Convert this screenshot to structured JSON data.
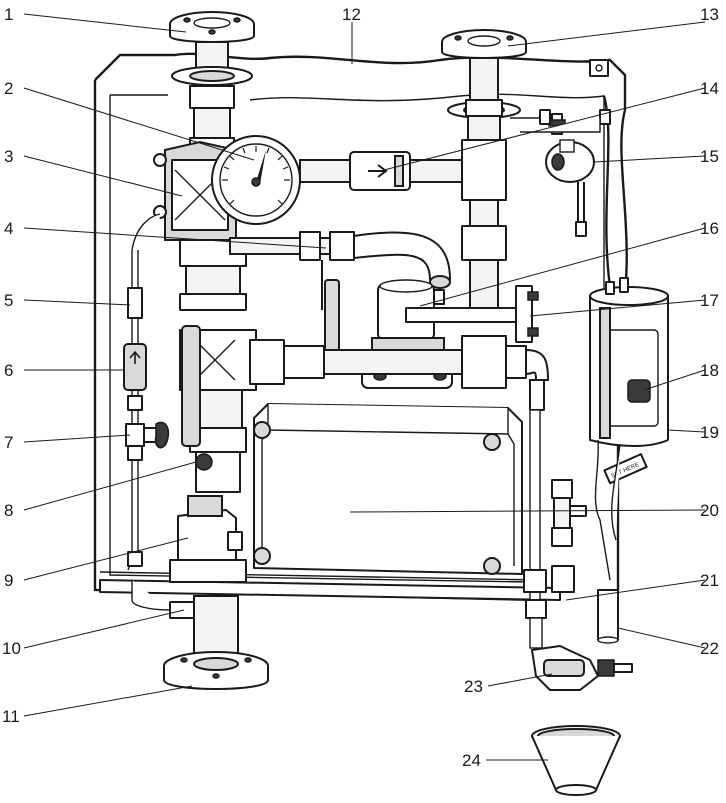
{
  "diagram": {
    "callouts": [
      {
        "id": "1",
        "label": "1"
      },
      {
        "id": "2",
        "label": "2"
      },
      {
        "id": "3",
        "label": "3"
      },
      {
        "id": "4",
        "label": "4"
      },
      {
        "id": "5",
        "label": "5"
      },
      {
        "id": "6",
        "label": "6"
      },
      {
        "id": "7",
        "label": "7"
      },
      {
        "id": "8",
        "label": "8"
      },
      {
        "id": "9",
        "label": "9"
      },
      {
        "id": "10",
        "label": "10"
      },
      {
        "id": "11",
        "label": "11"
      },
      {
        "id": "12",
        "label": "12"
      },
      {
        "id": "13",
        "label": "13"
      },
      {
        "id": "14",
        "label": "14"
      },
      {
        "id": "15",
        "label": "15"
      },
      {
        "id": "16",
        "label": "16"
      },
      {
        "id": "17",
        "label": "17"
      },
      {
        "id": "18",
        "label": "18"
      },
      {
        "id": "19",
        "label": "19"
      },
      {
        "id": "20",
        "label": "20"
      },
      {
        "id": "21",
        "label": "21"
      },
      {
        "id": "22",
        "label": "22"
      },
      {
        "id": "23",
        "label": "23"
      },
      {
        "id": "24",
        "label": "24"
      }
    ],
    "tag_text": "SET HERE"
  }
}
